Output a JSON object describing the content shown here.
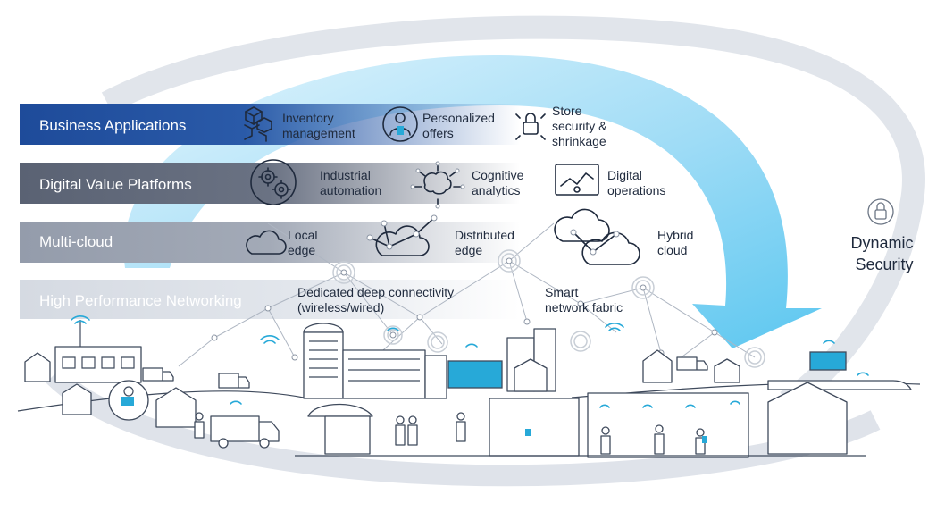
{
  "layers": [
    {
      "label": "Business Applications",
      "color": "#1e4b9a"
    },
    {
      "label": "Digital Value Platforms",
      "color": "#5a6273"
    },
    {
      "label": "Multi-cloud",
      "color": "#949cab"
    },
    {
      "label": "High Performance Networking",
      "color": "#d5dae2"
    }
  ],
  "business_applications": {
    "inventory": [
      "Inventory",
      "management"
    ],
    "offers": [
      "Personalized",
      "offers"
    ],
    "security": [
      "Store",
      "security &",
      "shrinkage"
    ]
  },
  "digital_value_platforms": {
    "automation": [
      "Industrial",
      "automation"
    ],
    "analytics": [
      "Cognitive",
      "analytics"
    ],
    "operations": [
      "Digital",
      "operations"
    ]
  },
  "multi_cloud": {
    "local": [
      "Local",
      "edge"
    ],
    "distributed": [
      "Distributed",
      "edge"
    ],
    "hybrid": [
      "Hybrid",
      "cloud"
    ]
  },
  "networking": {
    "dedicated": [
      "Dedicated deep connectivity",
      "(wireless/wired)"
    ],
    "fabric": [
      "Smart",
      "network fabric"
    ]
  },
  "dynamic_security": [
    "Dynamic",
    "Security"
  ],
  "icons": {
    "inventory": "boxes-icon",
    "offers": "person-badge-icon",
    "security": "padlock-icon",
    "automation": "gears-icon",
    "analytics": "brain-network-icon",
    "operations": "monitor-chart-icon",
    "local": "cloud-icon",
    "distributed": "cloud-network-icon",
    "hybrid": "double-cloud-icon",
    "lock": "lock-icon"
  },
  "colors": {
    "arrow": "#5cc7f0",
    "accent": "#27a9d8",
    "ellipse": "#dfe3ea"
  }
}
